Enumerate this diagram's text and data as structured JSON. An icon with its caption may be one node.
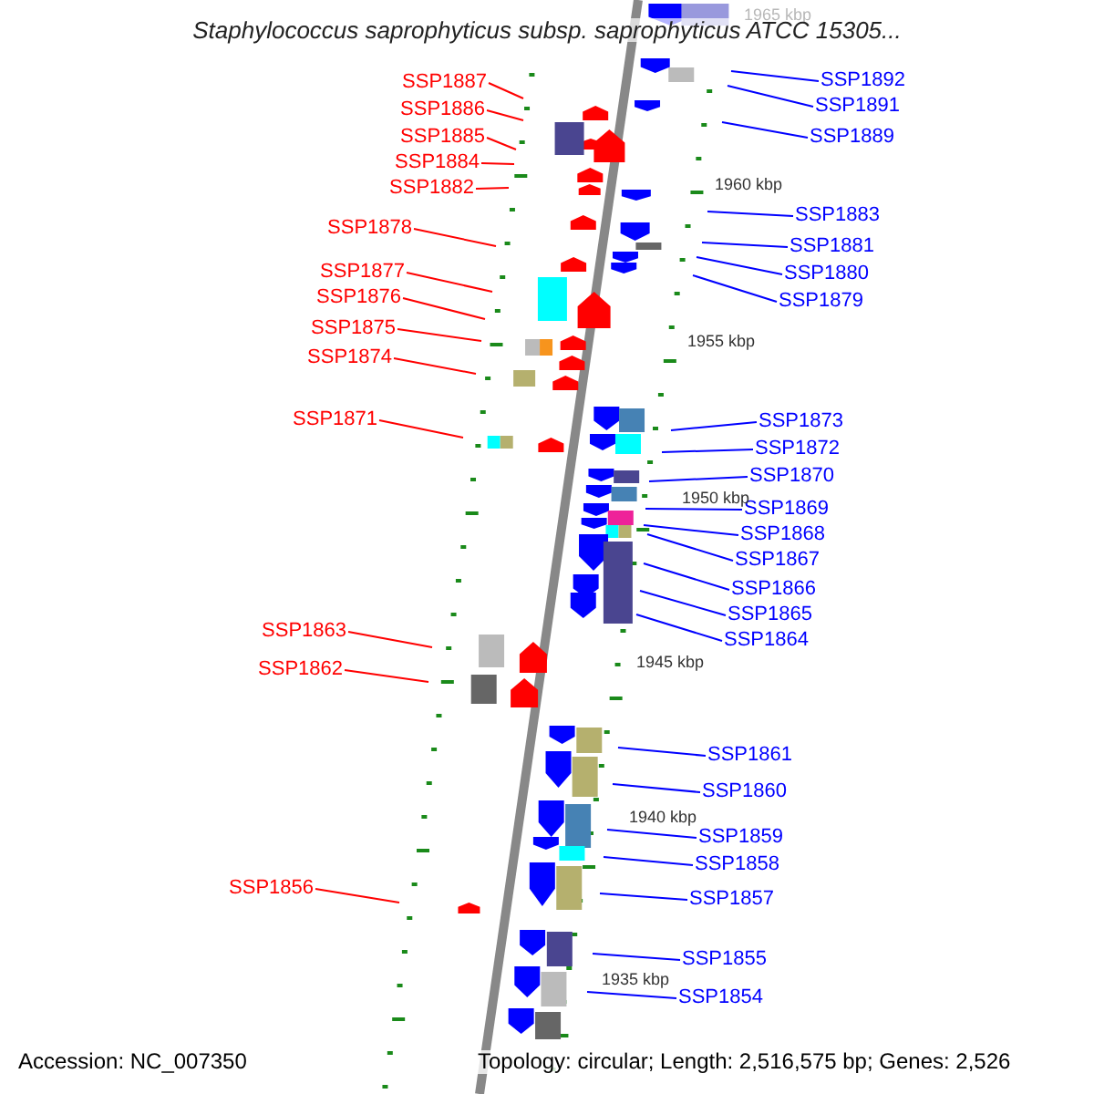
{
  "diagram": {
    "title": "Staphylococcus saprophyticus subsp. saprophyticus ATCC 15305...",
    "nodes": [
      {
        "text": [
          "SSP1887"
        ]
      },
      {
        "text": [
          "SSP1886"
        ]
      },
      {
        "text": [
          "SSP1885"
        ]
      },
      {
        "text": [
          "SSP1884"
        ]
      },
      {
        "text": [
          "SSP1882"
        ]
      },
      {
        "text": [
          "SSP1878"
        ]
      },
      {
        "text": [
          "SSP1877"
        ]
      },
      {
        "text": [
          "SSP1876"
        ]
      },
      {
        "text": [
          "SSP1875"
        ]
      },
      {
        "text": [
          "SSP1874"
        ]
      },
      {
        "text": [
          "SSP1871"
        ]
      },
      {
        "text": [
          "SSP1863"
        ]
      },
      {
        "text": [
          "SSP1862"
        ]
      },
      {
        "text": [
          "SSP1856"
        ]
      },
      {
        "text": [
          "SSP1892"
        ]
      },
      {
        "text": [
          "SSP1891"
        ]
      },
      {
        "text": [
          "SSP1889"
        ]
      },
      {
        "text": [
          "SSP1883"
        ]
      },
      {
        "text": [
          "SSP1881"
        ]
      },
      {
        "text": [
          "SSP1880"
        ]
      },
      {
        "text": [
          "SSP1879"
        ]
      },
      {
        "text": [
          "SSP1873"
        ]
      },
      {
        "text": [
          "SSP1872"
        ]
      },
      {
        "text": [
          "SSP1870"
        ]
      },
      {
        "text": [
          "SSP1869"
        ]
      },
      {
        "text": [
          "SSP1868"
        ]
      },
      {
        "text": [
          "SSP1867"
        ]
      },
      {
        "text": [
          "SSP1866"
        ]
      },
      {
        "text": [
          "SSP1865"
        ]
      },
      {
        "text": [
          "SSP1864"
        ]
      },
      {
        "text": [
          "SSP1861"
        ]
      },
      {
        "text": [
          "SSP1860"
        ]
      },
      {
        "text": [
          "SSP1859"
        ]
      },
      {
        "text": [
          "SSP1858"
        ]
      },
      {
        "text": [
          "SSP1857"
        ]
      },
      {
        "text": [
          "SSP1855"
        ]
      },
      {
        "text": [
          "SSP1854"
        ]
      }
    ],
    "edges": [
      {
        "from": 0,
        "to": null,
        "arrow": "none",
        "color": "#ff0000"
      },
      {
        "from": 1,
        "to": null,
        "arrow": "none",
        "color": "#ff0000"
      },
      {
        "from": 2,
        "to": null,
        "arrow": "none",
        "color": "#ff0000"
      },
      {
        "from": 3,
        "to": null,
        "arrow": "none",
        "color": "#ff0000"
      },
      {
        "from": 4,
        "to": null,
        "arrow": "none",
        "color": "#ff0000"
      },
      {
        "from": 5,
        "to": null,
        "arrow": "none",
        "color": "#ff0000"
      },
      {
        "from": 6,
        "to": null,
        "arrow": "none",
        "color": "#ff0000"
      },
      {
        "from": 7,
        "to": null,
        "arrow": "none",
        "color": "#ff0000"
      },
      {
        "from": 8,
        "to": null,
        "arrow": "none",
        "color": "#ff0000"
      },
      {
        "from": 9,
        "to": null,
        "arrow": "none",
        "color": "#ff0000"
      },
      {
        "from": 10,
        "to": null,
        "arrow": "none",
        "color": "#ff0000"
      },
      {
        "from": 11,
        "to": null,
        "arrow": "none",
        "color": "#ff0000"
      },
      {
        "from": 12,
        "to": null,
        "arrow": "none",
        "color": "#ff0000"
      },
      {
        "from": 13,
        "to": null,
        "arrow": "none",
        "color": "#ff0000"
      },
      {
        "from": 14,
        "to": null,
        "arrow": "none"
      },
      {
        "from": 15,
        "to": null,
        "arrow": "none"
      },
      {
        "from": 16,
        "to": null,
        "arrow": "none"
      },
      {
        "from": 17,
        "to": null,
        "arrow": "none"
      },
      {
        "from": 18,
        "to": null,
        "arrow": "none"
      },
      {
        "from": 19,
        "to": null,
        "arrow": "none"
      },
      {
        "from": 20,
        "to": null,
        "arrow": "none"
      },
      {
        "from": 21,
        "to": null,
        "arrow": "none"
      },
      {
        "from": 22,
        "to": null,
        "arrow": "none"
      },
      {
        "from": 23,
        "to": null,
        "arrow": "none"
      },
      {
        "from": 24,
        "to": null,
        "arrow": "none"
      },
      {
        "from": 25,
        "to": null,
        "arrow": "none"
      },
      {
        "from": 26,
        "to": null,
        "arrow": "none"
      },
      {
        "from": 27,
        "to": null,
        "arrow": "none"
      },
      {
        "from": 28,
        "to": null,
        "arrow": "none"
      },
      {
        "from": 29,
        "to": null,
        "arrow": "none"
      },
      {
        "from": 30,
        "to": null,
        "arrow": "none"
      },
      {
        "from": 31,
        "to": null,
        "arrow": "none"
      },
      {
        "from": 32,
        "to": null,
        "arrow": "none"
      },
      {
        "from": 33,
        "to": null,
        "arrow": "none"
      },
      {
        "from": 34,
        "to": null,
        "arrow": "none"
      },
      {
        "from": 35,
        "to": null,
        "arrow": "none"
      },
      {
        "from": 36,
        "to": null,
        "arrow": "none"
      }
    ],
    "labels": [
      "1965 kbp",
      "1960 kbp",
      "1955 kbp",
      "1950 kbp",
      "1945 kbp",
      "1940 kbp",
      "1935 kbp",
      "Accession: NC_007350",
      "Topology: circular; Length: 2,516,575 bp; Genes: 2,526"
    ]
  }
}
